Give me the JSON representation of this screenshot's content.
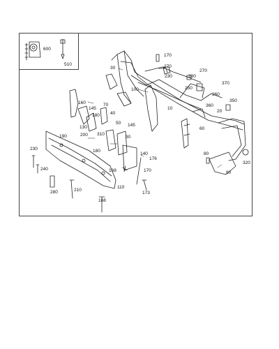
{
  "labels": {
    "p600": "600",
    "p510": "510",
    "p30": "30",
    "p170a": "170",
    "p270a": "270",
    "p230": "230",
    "p290": "290",
    "p270b": "270",
    "p370": "370",
    "p100": "100",
    "p250": "250",
    "p260a": "260",
    "p10": "10",
    "p350": "350",
    "p360": "360",
    "p20": "20",
    "p160": "160",
    "p70": "70",
    "p145a": "145",
    "p40": "40",
    "p180a": "180",
    "p50": "50",
    "p145b": "145",
    "p60": "60",
    "p190": "190",
    "p130": "130",
    "p310": "310",
    "p30b": "30",
    "p200": "200",
    "p180b": "180",
    "p230b": "230",
    "p240": "240",
    "p140": "140",
    "p176": "176",
    "p80": "80",
    "p320": "320",
    "p80b": "80",
    "p168a": "168",
    "p170b": "170",
    "p280": "280",
    "p210": "210",
    "p110": "110",
    "p173": "173",
    "p168b": "168"
  }
}
